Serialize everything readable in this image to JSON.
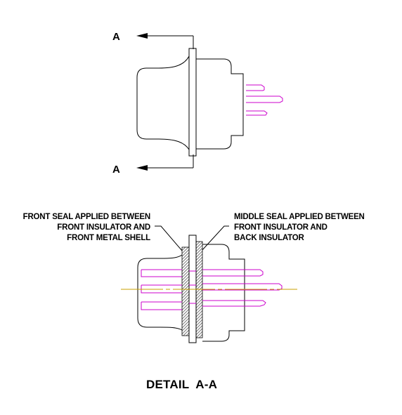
{
  "section_letters": {
    "top": "A",
    "bottom": "A"
  },
  "left_note": {
    "lines": [
      "FRONT SEAL APPLIED BETWEEN",
      "FRONT INSULATOR AND",
      "FRONT METAL SHELL"
    ]
  },
  "right_note": {
    "lines": [
      "MIDDLE SEAL APPLIED BETWEEN",
      "FRONT INSULATOR AND",
      "BACK INSULATOR"
    ]
  },
  "detail_title": "DETAIL  A-A",
  "colors": {
    "outline": "#000000",
    "pins": "#cc00cc",
    "centerline": "#c8a000",
    "seal_hatch": "#555555"
  }
}
